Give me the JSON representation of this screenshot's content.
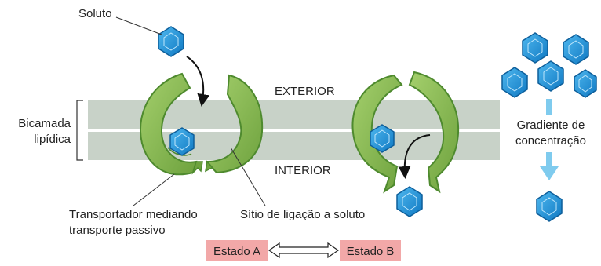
{
  "labels": {
    "solute": "Soluto",
    "exterior": "EXTERIOR",
    "interior": "INTERIOR",
    "bilayer_line1": "Bicamada",
    "bilayer_line2": "lipídica",
    "gradient_line1": "Gradiente de",
    "gradient_line2": "concentração",
    "transporter_line1": "Transportador mediando",
    "transporter_line2": "transporte passivo",
    "binding_site": "Sítio de ligação a soluto",
    "state_a": "Estado A",
    "state_b": "Estado B"
  },
  "colors": {
    "membrane": "#c8d2c8",
    "protein_light": "#8fbf58",
    "protein_dark": "#4e8a2e",
    "solute_fill": "#1a8fd6",
    "solute_stroke": "#0d5e9a",
    "gradient_arrow": "#7fcbee",
    "state_box": "#f2a8a8"
  },
  "icons": {
    "solute": "hexagon-solute-icon",
    "state_arrow": "double-arrow-icon"
  }
}
